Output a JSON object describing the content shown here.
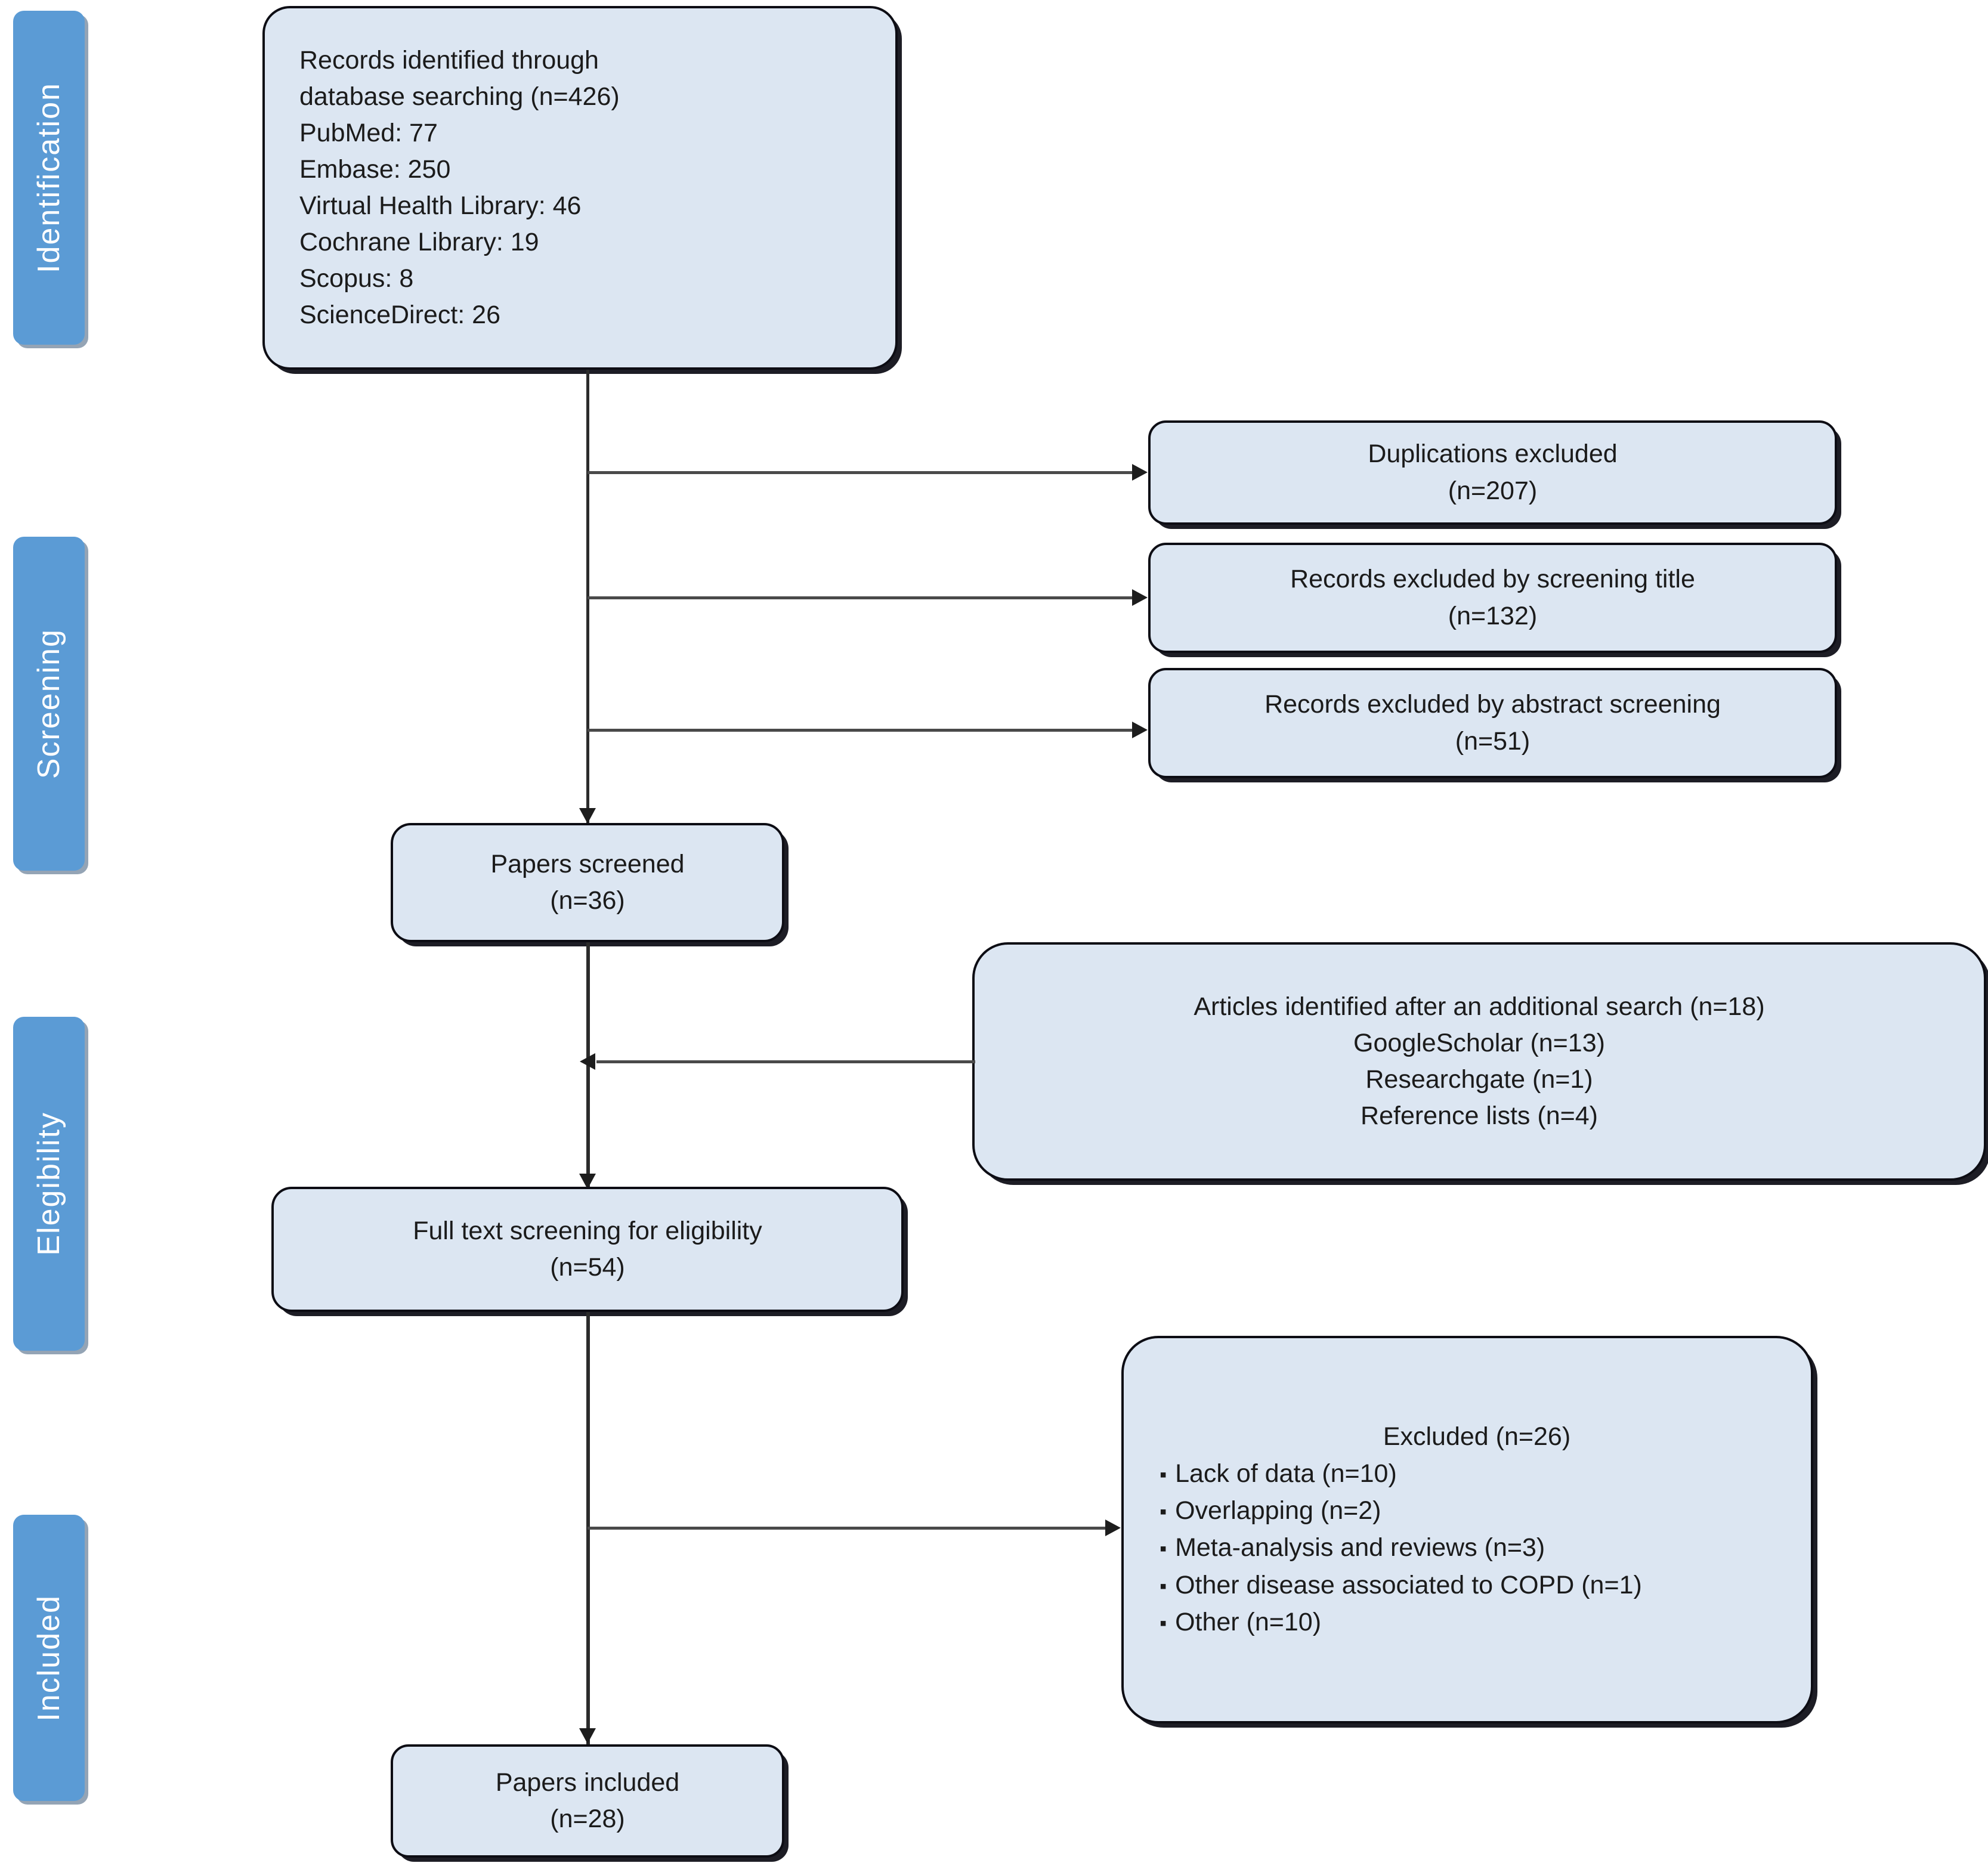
{
  "diagram": {
    "title": "PRISMA flow diagram",
    "accent_color": "#5B9BD5",
    "box_fill_color": "#DCE6F2",
    "box_border_color": "#0D0D14",
    "connector_color": "#2B2B2B"
  },
  "stages": [
    {
      "label": "Identification"
    },
    {
      "label": "Screening"
    },
    {
      "label": "Elegibility"
    },
    {
      "label": "Included"
    }
  ],
  "boxes": {
    "identified": {
      "lines": [
        "Records identified through",
        "database searching (n=426)",
        "PubMed: 77",
        "Embase: 250",
        "Virtual Health Library: 46",
        "Cochrane Library: 19",
        "Scopus: 8",
        "ScienceDirect: 26"
      ]
    },
    "duplications_excluded": {
      "lines": [
        "Duplications excluded",
        "(n=207)"
      ]
    },
    "excluded_title": {
      "lines": [
        "Records excluded by screening title",
        "(n=132)"
      ]
    },
    "excluded_abstract": {
      "lines": [
        "Records excluded by abstract screening",
        "(n=51)"
      ]
    },
    "papers_screened": {
      "lines": [
        "Papers screened",
        "(n=36)"
      ]
    },
    "additional_search": {
      "lines": [
        "Articles identified after an additional search (n=18)",
        "GoogleScholar (n=13)",
        "Researchgate (n=1)",
        "Reference lists (n=4)"
      ]
    },
    "full_text": {
      "lines": [
        "Full text screening for eligibility",
        "(n=54)"
      ]
    },
    "excluded_full": {
      "title": "Excluded (n=26)",
      "bullets": [
        "Lack of data (n=10)",
        "Overlapping (n=2)",
        "Meta-analysis and reviews (n=3)",
        "Other disease associated to COPD (n=1)",
        "Other (n=10)"
      ]
    },
    "papers_included": {
      "lines": [
        "Papers included",
        "(n=28)"
      ]
    }
  },
  "chart_data": {
    "type": "diagram",
    "title": "PRISMA flow diagram",
    "nodes": [
      {
        "id": "identified",
        "stage": "Identification",
        "label": "Records identified through database searching",
        "n": 426,
        "sources": [
          {
            "name": "PubMed",
            "n": 77
          },
          {
            "name": "Embase",
            "n": 250
          },
          {
            "name": "Virtual Health Library",
            "n": 46
          },
          {
            "name": "Cochrane Library",
            "n": 19
          },
          {
            "name": "Scopus",
            "n": 8
          },
          {
            "name": "ScienceDirect",
            "n": 26
          }
        ]
      },
      {
        "id": "duplications_excluded",
        "stage": "Screening",
        "label": "Duplications excluded",
        "n": 207
      },
      {
        "id": "excluded_title",
        "stage": "Screening",
        "label": "Records excluded by screening title",
        "n": 132
      },
      {
        "id": "excluded_abstract",
        "stage": "Screening",
        "label": "Records excluded by abstract screening",
        "n": 51
      },
      {
        "id": "papers_screened",
        "stage": "Screening",
        "label": "Papers screened",
        "n": 36
      },
      {
        "id": "additional_search",
        "stage": "Elegibility",
        "label": "Articles identified after an additional search",
        "n": 18,
        "sources": [
          {
            "name": "GoogleScholar",
            "n": 13
          },
          {
            "name": "Researchgate",
            "n": 1
          },
          {
            "name": "Reference lists",
            "n": 4
          }
        ]
      },
      {
        "id": "full_text",
        "stage": "Elegibility",
        "label": "Full text screening for eligibility",
        "n": 54
      },
      {
        "id": "excluded_full",
        "stage": "Included",
        "label": "Excluded",
        "n": 26,
        "reasons": [
          {
            "name": "Lack of data",
            "n": 10
          },
          {
            "name": "Overlapping",
            "n": 2
          },
          {
            "name": "Meta-analysis and reviews",
            "n": 3
          },
          {
            "name": "Other disease associated to COPD",
            "n": 1
          },
          {
            "name": "Other",
            "n": 10
          }
        ]
      },
      {
        "id": "papers_included",
        "stage": "Included",
        "label": "Papers included",
        "n": 28
      }
    ],
    "edges": [
      {
        "from": "identified",
        "to": "duplications_excluded",
        "direction": "right"
      },
      {
        "from": "identified",
        "to": "excluded_title",
        "direction": "right"
      },
      {
        "from": "identified",
        "to": "excluded_abstract",
        "direction": "right"
      },
      {
        "from": "identified",
        "to": "papers_screened",
        "direction": "down"
      },
      {
        "from": "additional_search",
        "to": "full_text",
        "direction": "left"
      },
      {
        "from": "papers_screened",
        "to": "full_text",
        "direction": "down"
      },
      {
        "from": "full_text",
        "to": "excluded_full",
        "direction": "right"
      },
      {
        "from": "full_text",
        "to": "papers_included",
        "direction": "down"
      }
    ]
  }
}
